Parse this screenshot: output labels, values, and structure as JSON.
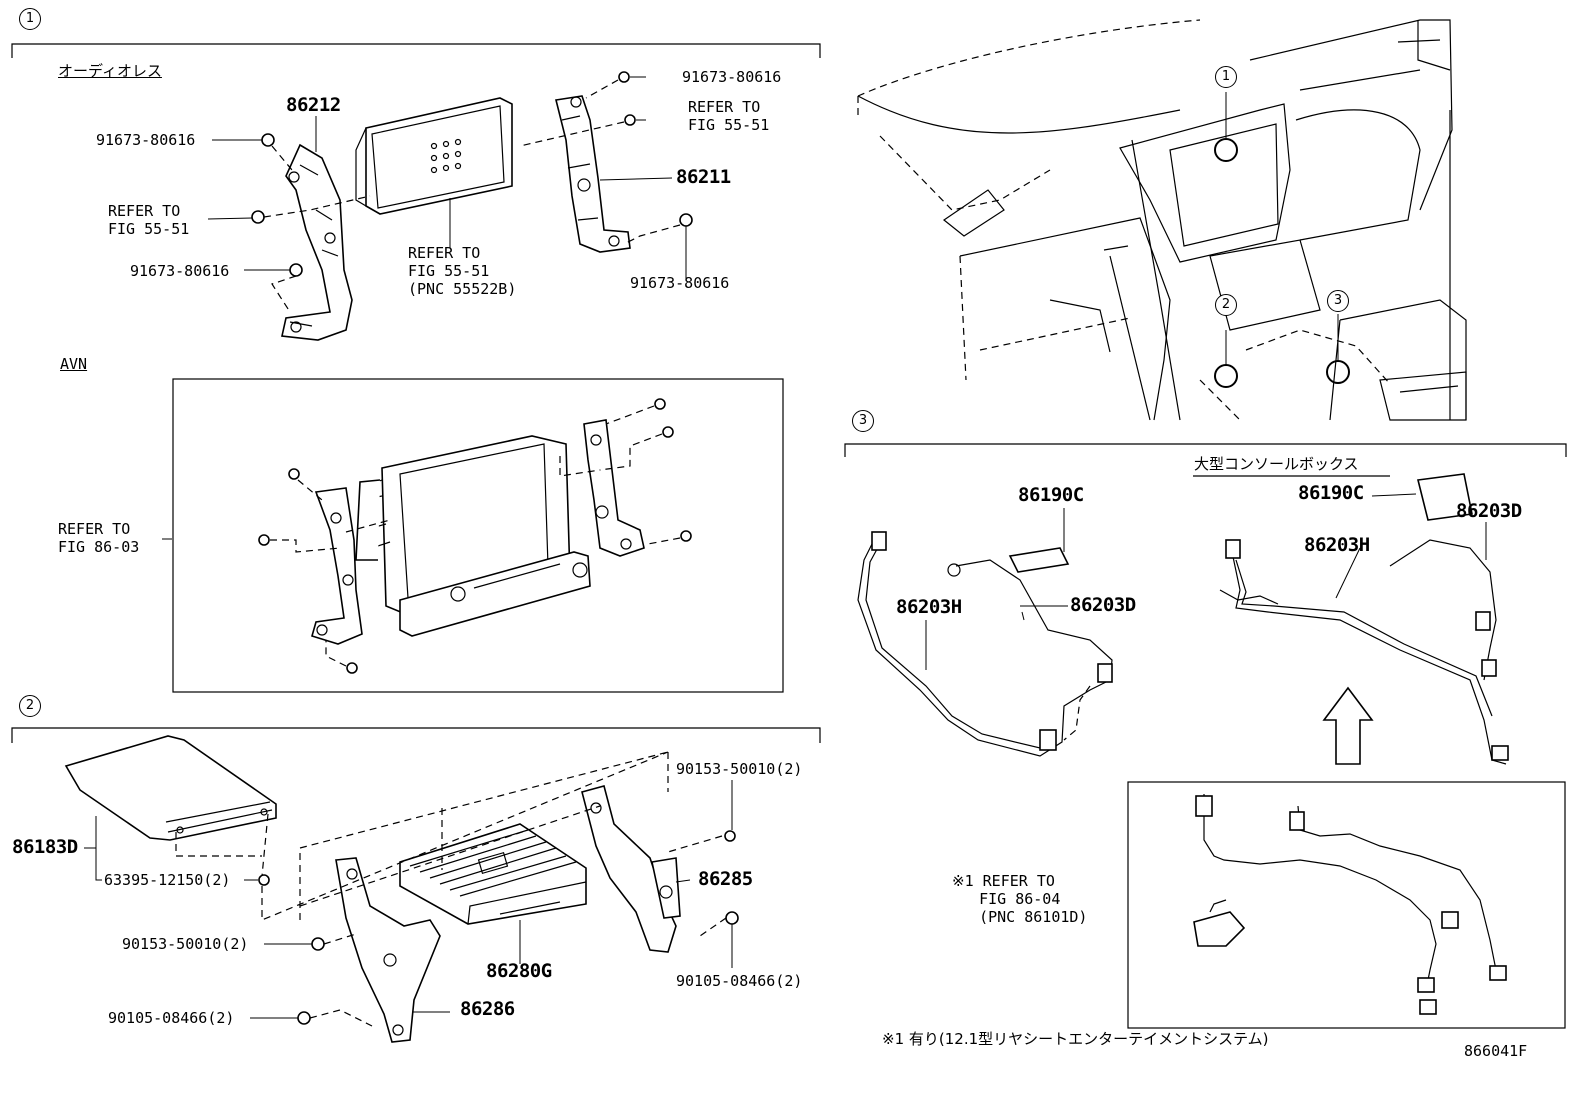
{
  "callouts": {
    "one": "1",
    "two": "2",
    "three": "3"
  },
  "overview_markers": [
    "1",
    "2",
    "3"
  ],
  "section1": {
    "variant_audioless": "オーディオレス",
    "variant_avn": "AVN",
    "parts": {
      "p86212": "86212",
      "p86211": "86211",
      "bolt_a": "91673-80616",
      "bolt_b": "91673-80616",
      "bolt_c": "91673-80616",
      "bolt_d": "91673-80616",
      "refer_a": "REFER TO\nFIG 55-51",
      "refer_b": "REFER TO\nFIG 55-51",
      "refer_c": "REFER TO\nFIG 55-51\n(PNC 55522B)",
      "refer_avn": "REFER TO\nFIG 86-03"
    }
  },
  "section2": {
    "parts": {
      "p86183D": "86183D",
      "p63395": "63395-12150(2)",
      "p90153_top": "90153-50010(2)",
      "p90153_left": "90153-50010(2)",
      "p86285": "86285",
      "p86280G": "86280G",
      "p86286": "86286",
      "p90105_right": "90105-08466(2)",
      "p90105_left": "90105-08466(2)"
    }
  },
  "section3": {
    "large_console": "大型コンソールボックス",
    "parts": {
      "p86190C_a": "86190C",
      "p86190C_b": "86190C",
      "p86203H_a": "86203H",
      "p86203H_b": "86203H",
      "p86203D_a": "86203D",
      "p86203D_b": "86203D",
      "refer_note": "※1 REFER TO\n   FIG 86-04\n   (PNC 86101D)"
    },
    "footnote": "※1 有り(12.1型リヤシートエンターテイメントシステム)"
  },
  "figure_code": "866041F"
}
